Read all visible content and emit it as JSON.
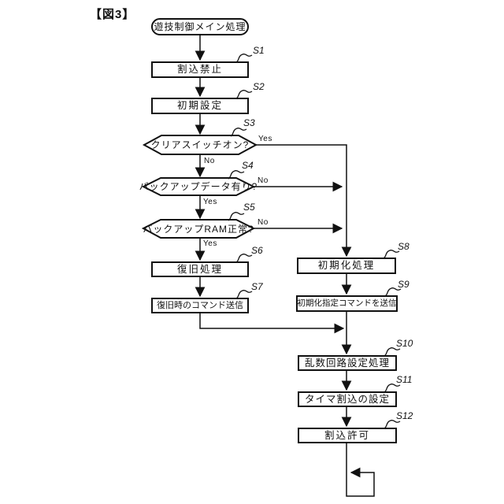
{
  "figure_label": "【図3】",
  "colors": {
    "line": "#111111",
    "background": "#ffffff"
  },
  "flowchart": {
    "start": {
      "label": "遊技制御メイン処理"
    },
    "steps": [
      {
        "id": "S1",
        "type": "process",
        "label": "割込禁止"
      },
      {
        "id": "S2",
        "type": "process",
        "label": "初期設定"
      },
      {
        "id": "S3",
        "type": "decision",
        "label": "クリアスイッチオン?",
        "yes_label": "Yes",
        "no_label": "No"
      },
      {
        "id": "S4",
        "type": "decision",
        "label": "バックアップデータ有り?",
        "yes_label": "Yes",
        "no_label": "No"
      },
      {
        "id": "S5",
        "type": "decision",
        "label": "バックアップRAM正常?",
        "yes_label": "Yes",
        "no_label": "No"
      },
      {
        "id": "S6",
        "type": "process",
        "label": "復旧処理"
      },
      {
        "id": "S7",
        "type": "process",
        "label": "復旧時のコマンド送信"
      },
      {
        "id": "S8",
        "type": "process",
        "label": "初期化処理"
      },
      {
        "id": "S9",
        "type": "process",
        "label": "初期化指定コマンドを送信"
      },
      {
        "id": "S10",
        "type": "process",
        "label": "乱数回路設定処理"
      },
      {
        "id": "S11",
        "type": "process",
        "label": "タイマ割込の設定"
      },
      {
        "id": "S12",
        "type": "process",
        "label": "割込許可"
      }
    ],
    "edges": [
      {
        "from": "start",
        "to": "S1"
      },
      {
        "from": "S1",
        "to": "S2"
      },
      {
        "from": "S2",
        "to": "S3"
      },
      {
        "from": "S3",
        "to": "S8",
        "label": "Yes"
      },
      {
        "from": "S3",
        "to": "S4",
        "label": "No"
      },
      {
        "from": "S4",
        "to": "S8",
        "label": "No"
      },
      {
        "from": "S4",
        "to": "S5",
        "label": "Yes"
      },
      {
        "from": "S5",
        "to": "S8",
        "label": "No"
      },
      {
        "from": "S5",
        "to": "S6",
        "label": "Yes"
      },
      {
        "from": "S6",
        "to": "S7"
      },
      {
        "from": "S7",
        "to": "S10"
      },
      {
        "from": "S8",
        "to": "S9"
      },
      {
        "from": "S9",
        "to": "S10"
      },
      {
        "from": "S10",
        "to": "S11"
      },
      {
        "from": "S11",
        "to": "S12"
      },
      {
        "from": "S12",
        "to": "loop"
      }
    ]
  }
}
